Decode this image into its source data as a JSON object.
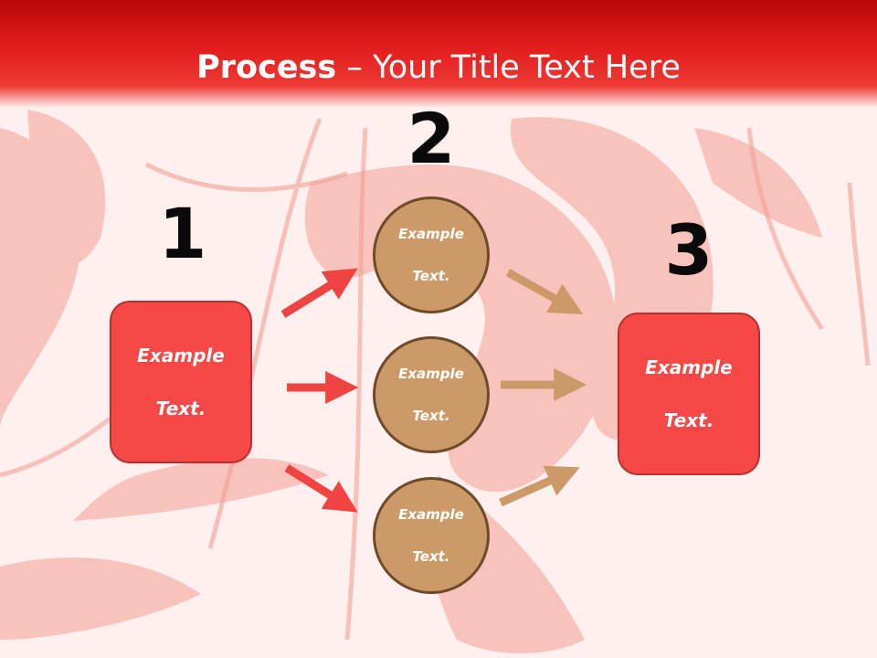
{
  "title": {
    "bold": "Process",
    "rest": " – Your Title Text Here"
  },
  "steps": {
    "one": "1",
    "two": "2",
    "three": "3"
  },
  "nodes": {
    "left_box": {
      "line1": "Example",
      "line2": "Text."
    },
    "circle_top": {
      "line1": "Example",
      "line2": "Text."
    },
    "circle_mid": {
      "line1": "Example",
      "line2": "Text."
    },
    "circle_bottom": {
      "line1": "Example",
      "line2": "Text."
    },
    "right_box": {
      "line1": "Example",
      "line2": "Text."
    }
  },
  "colors": {
    "header": "#e21e1e",
    "box_fill": "#f64846",
    "circle_fill": "#cc9a68",
    "red_arrow": "#f04442",
    "tan_arrow": "#cc9a68"
  }
}
